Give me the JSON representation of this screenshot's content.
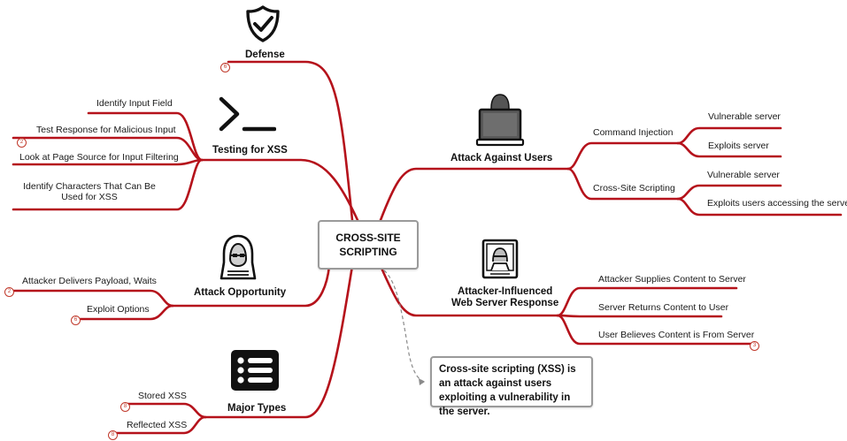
{
  "center": {
    "line1": "CROSS-SITE",
    "line2": "SCRIPTING"
  },
  "note": {
    "text": "Cross-site scripting (XSS) is an attack against users exploiting a vulnerability in the server."
  },
  "branches": {
    "defense": {
      "label": "Defense",
      "badge": "6",
      "icon": "shield-check-icon"
    },
    "testing": {
      "label": "Testing for XSS",
      "icon": "terminal-prompt-icon",
      "items": [
        "Identify Input Field",
        "Test Response for Malicious Input",
        "Look at Page Source for Input Filtering",
        "Identify Characters That Can Be Used for XSS"
      ],
      "badge": "2"
    },
    "opportunity": {
      "label": "Attack Opportunity",
      "icon": "hooded-hacker-icon",
      "items": [
        {
          "label": "Attacker Delivers Payload, Waits",
          "badge": "2"
        },
        {
          "label": "Exploit Options",
          "badge": "6"
        }
      ]
    },
    "types": {
      "label": "Major Types",
      "icon": "list-icon",
      "items": [
        {
          "label": "Stored XSS",
          "badge": "8"
        },
        {
          "label": "Reflected XSS",
          "badge": "8"
        }
      ]
    },
    "users": {
      "label": "Attack Against Users",
      "icon": "laptop-hacker-icon",
      "groups": [
        {
          "label": "Command Injection",
          "items": [
            "Vulnerable server",
            "Exploits server"
          ]
        },
        {
          "label": "Cross-Site Scripting",
          "items": [
            "Vulnerable server",
            "Exploits users accessing the server"
          ]
        }
      ]
    },
    "server": {
      "label_line1": "Attacker-Influenced",
      "label_line2": "Web Server Response",
      "icon": "hacker-monitor-icon",
      "items": [
        "Attacker Supplies Content to Server",
        "Server Returns Content to User",
        "User Believes Content is From Server"
      ],
      "badge": "3"
    }
  },
  "colors": {
    "branch": "#b5121b",
    "connector": "#8a8a8a",
    "box_border": "#9a9a9a"
  }
}
